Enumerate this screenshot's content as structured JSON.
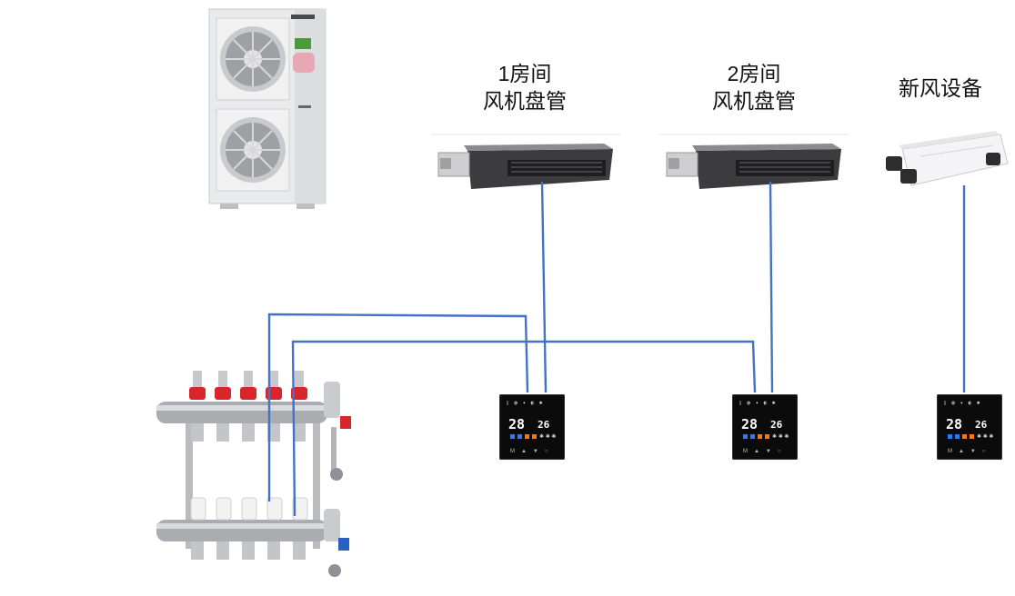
{
  "labels": {
    "room1": [
      "1房间",
      "风机盘管"
    ],
    "room2": [
      "2房间",
      "风机盘管"
    ],
    "fresh_air": "新风设备"
  },
  "thermostat": {
    "set_temp": "28",
    "room_temp": "26"
  },
  "colors": {
    "wire": "#4472c4",
    "handle_red": "#d9262b",
    "valve_blue": "#2a5fc4"
  },
  "icons": [
    "outdoor-unit-icon",
    "fan-coil-unit-icon",
    "fresh-air-unit-icon",
    "thermostat-panel-icon",
    "manifold-icon"
  ]
}
